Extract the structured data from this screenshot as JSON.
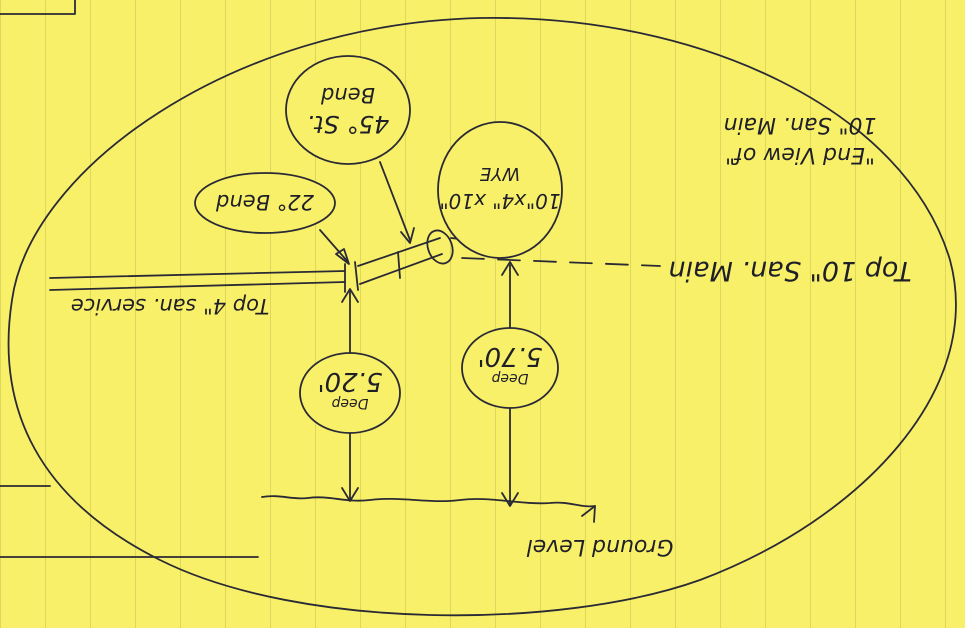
{
  "sheet": {
    "paper_color": "#f9f06a",
    "ink_color": "#2a2a35"
  },
  "labels": {
    "end_view_line1": "\"End View of\"",
    "end_view_line2": "10\" San. Main",
    "top_main": "Top 10\" San. Main",
    "wye_line1": "10\"x4\" x10\"",
    "wye_line2": "WYE",
    "bend45_line1": "45° St.",
    "bend45_line2": "Bend",
    "bend22": "22° Bend",
    "top_service": "Top 4\" san. service",
    "depth_main_value": "5.70'",
    "depth_main_unit": "Deep",
    "depth_service_value": "5.20'",
    "depth_service_unit": "Deep",
    "ground_level": "Ground Level"
  }
}
